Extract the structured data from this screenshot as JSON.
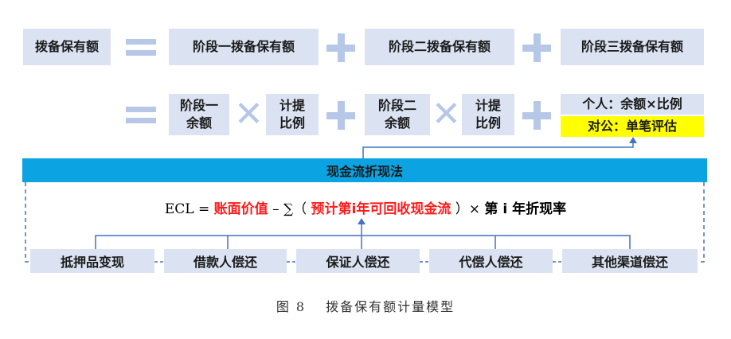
{
  "row1": {
    "total": "拨备保有额",
    "stage1": "阶段一拨备保有额",
    "stage2": "阶段二拨备保有额",
    "stage3": "阶段三拨备保有额"
  },
  "row2": {
    "stage1_balance_line1": "阶段一",
    "stage1_balance_line2": "余额",
    "rate1_line1": "计提",
    "rate1_line2": "比例",
    "stage2_balance_line1": "阶段二",
    "stage2_balance_line2": "余额",
    "rate2_line1": "计提",
    "rate2_line2": "比例",
    "personal": "个人：余额×比例",
    "corporate": "对公：单笔评估"
  },
  "dcf_label": "现金流折现法",
  "formula": {
    "ecl": "ECL",
    "equals": " = ",
    "book_value": "账面价值",
    "minus_sum": " – ∑（ ",
    "predicted_cashflow": "预计第i年可回收现金流",
    "close_times": " ）× ",
    "discount_rate": "第 i 年折现率"
  },
  "sources": [
    "抵押品变现",
    "借款人偿还",
    "保证人偿还",
    "代偿人偿还",
    "其他渠道偿还"
  ],
  "caption": "图 8　 拨备保有额计量模型",
  "colors": {
    "box_fill": "#dbe3f3",
    "operator": "#b6c7e8",
    "highlight_yellow": "#ffff00",
    "dcf_bar": "#0ba3e2",
    "connector": "#4472c4",
    "red_text": "#ff1a1a"
  }
}
